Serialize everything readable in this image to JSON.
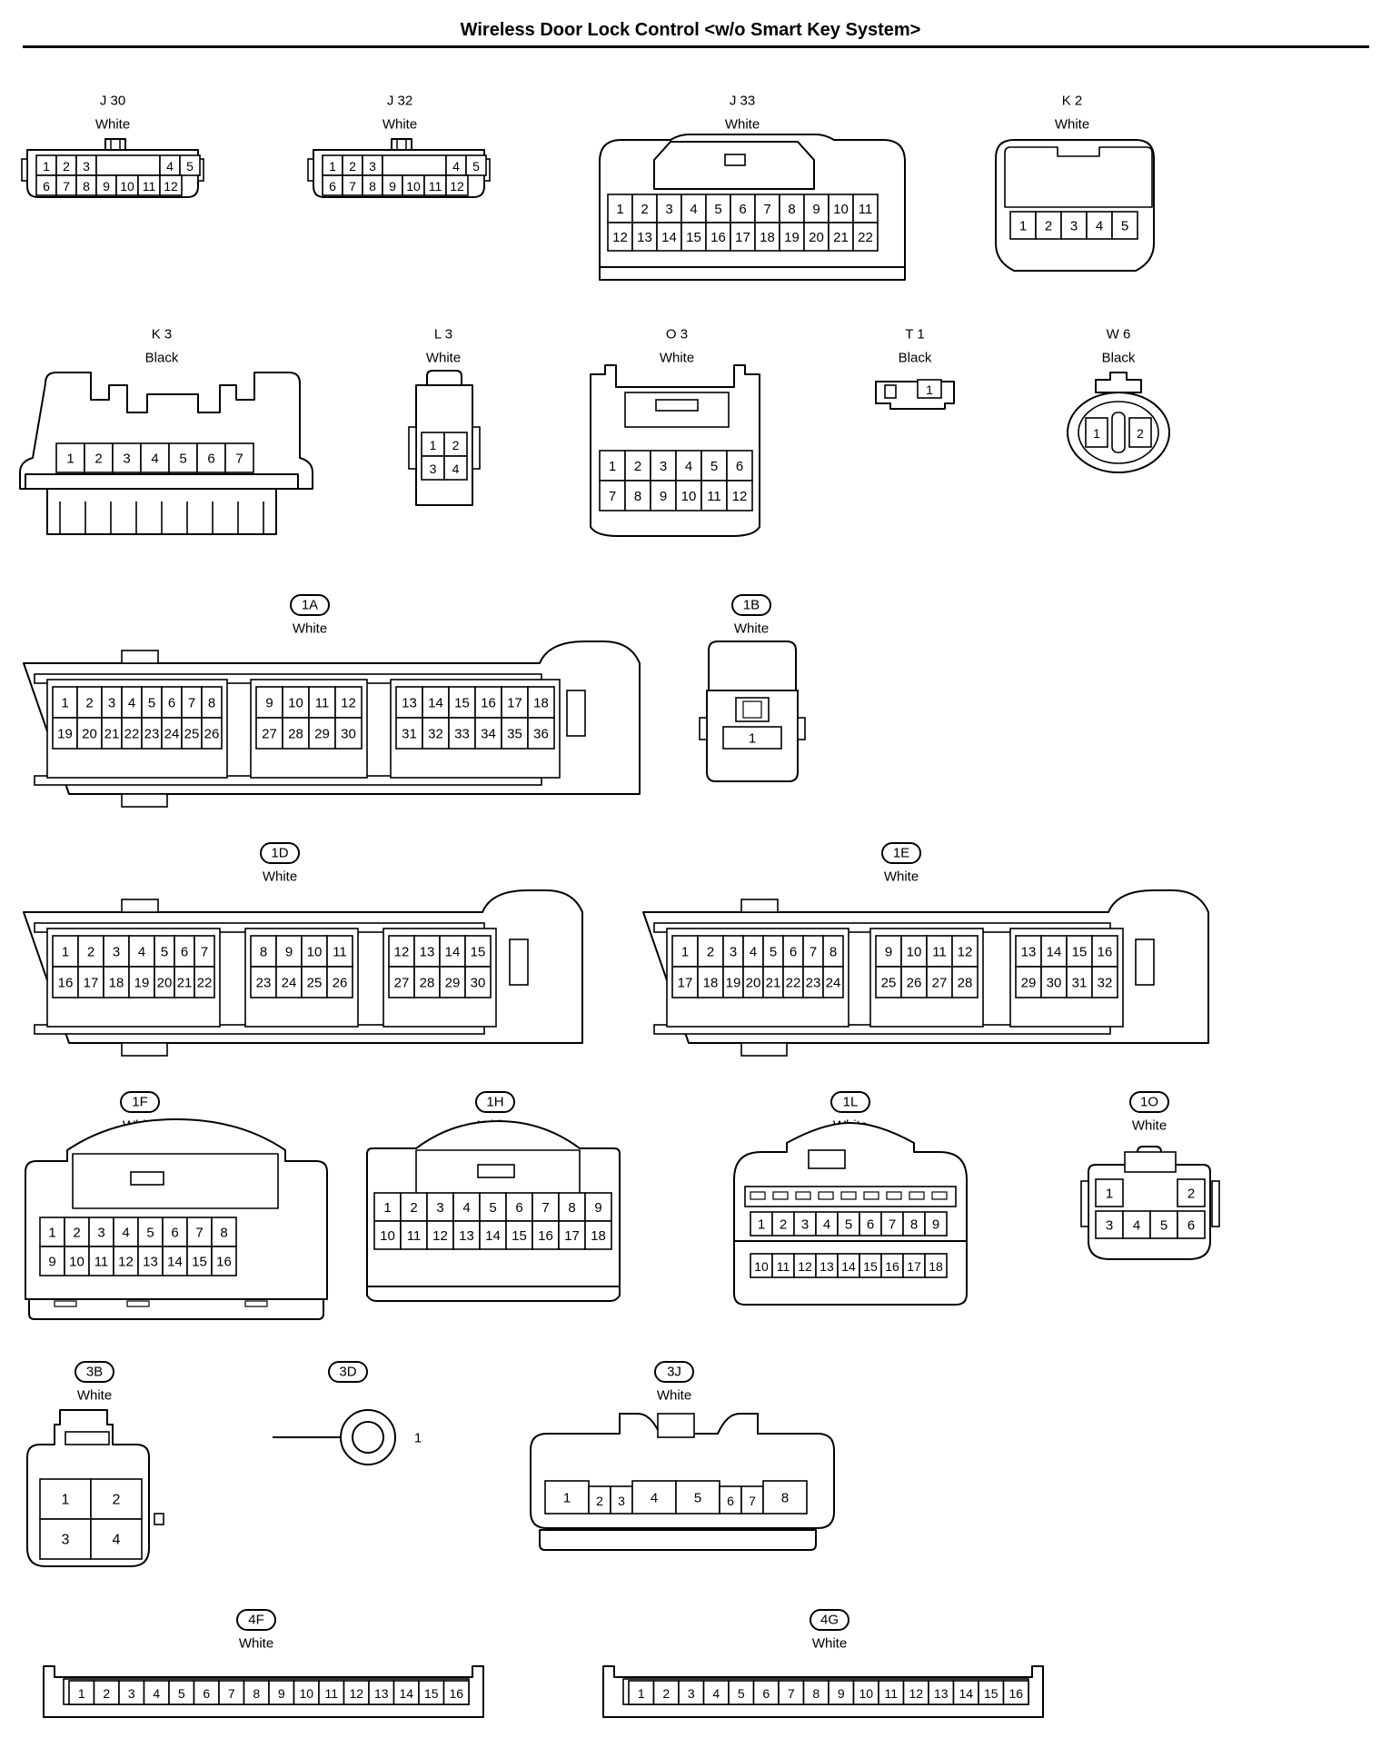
{
  "title": "Wireless Door Lock Control <w/o Smart Key System>",
  "connectors": [
    {
      "id": "J30",
      "label": "J 30",
      "color": "White",
      "style": "plain",
      "pins": "1-12"
    },
    {
      "id": "J32",
      "label": "J 32",
      "color": "White",
      "style": "plain",
      "pins": "1-12"
    },
    {
      "id": "J33",
      "label": "J 33",
      "color": "White",
      "style": "plain",
      "pins": "1-22"
    },
    {
      "id": "K2",
      "label": "K 2",
      "color": "White",
      "style": "plain",
      "pins": "1-5"
    },
    {
      "id": "K3",
      "label": "K 3",
      "color": "Black",
      "style": "plain",
      "pins": "1-7"
    },
    {
      "id": "L3",
      "label": "L 3",
      "color": "White",
      "style": "plain",
      "pins": "1-4"
    },
    {
      "id": "O3",
      "label": "O 3",
      "color": "White",
      "style": "plain",
      "pins": "1-12"
    },
    {
      "id": "T1",
      "label": "T 1",
      "color": "Black",
      "style": "plain",
      "pins": "1"
    },
    {
      "id": "W6",
      "label": "W 6",
      "color": "Black",
      "style": "plain",
      "pins": "1-2"
    },
    {
      "id": "1A",
      "label": "1A",
      "color": "White",
      "style": "oval",
      "pins": "1-36"
    },
    {
      "id": "1B",
      "label": "1B",
      "color": "White",
      "style": "oval",
      "pins": "1"
    },
    {
      "id": "1D",
      "label": "1D",
      "color": "White",
      "style": "oval",
      "pins": "1-30"
    },
    {
      "id": "1E",
      "label": "1E",
      "color": "White",
      "style": "oval",
      "pins": "1-32"
    },
    {
      "id": "1F",
      "label": "1F",
      "color": "White",
      "style": "oval",
      "pins": "1-16"
    },
    {
      "id": "1H",
      "label": "1H",
      "color": "White",
      "style": "oval",
      "pins": "1-18"
    },
    {
      "id": "1L",
      "label": "1L",
      "color": "White",
      "style": "oval",
      "pins": "1-18"
    },
    {
      "id": "1O",
      "label": "1O",
      "color": "White",
      "style": "oval",
      "pins": "1-6"
    },
    {
      "id": "3B",
      "label": "3B",
      "color": "White",
      "style": "oval",
      "pins": "1-4"
    },
    {
      "id": "3D",
      "label": "3D",
      "color": "",
      "style": "oval",
      "pins": "1"
    },
    {
      "id": "3J",
      "label": "3J",
      "color": "White",
      "style": "oval",
      "pins": "1-8"
    },
    {
      "id": "4F",
      "label": "4F",
      "color": "White",
      "style": "oval",
      "pins": "1-16"
    },
    {
      "id": "4G",
      "label": "4G",
      "color": "White",
      "style": "oval",
      "pins": "1-16"
    }
  ]
}
